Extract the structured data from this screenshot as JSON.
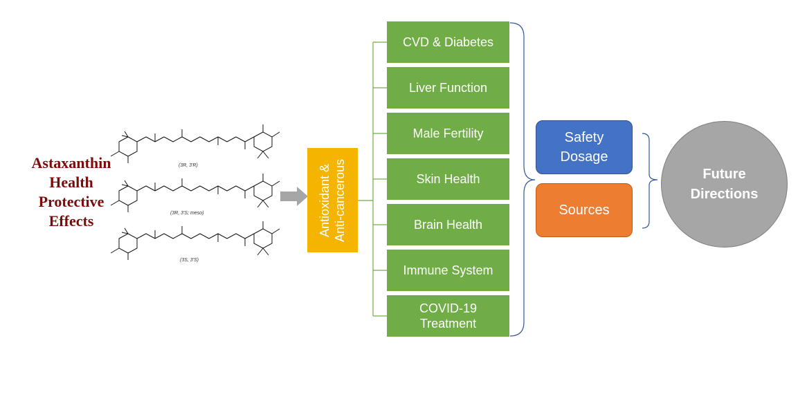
{
  "title": {
    "line1": "Astaxanthin",
    "line2": "Health",
    "line3": "Protective",
    "line4": "Effects"
  },
  "molecules": [
    {
      "label": "(3R, 3'R)"
    },
    {
      "label": "(3R, 3'S; meso)"
    },
    {
      "label": "(3S, 3'S)"
    }
  ],
  "antioxidant": {
    "line1": "Antioxidant &",
    "line2": "Anti-cancerous"
  },
  "effects": [
    "CVD & Diabetes",
    "Liver Function",
    "Male Fertility",
    "Skin Health",
    "Brain Health",
    "Immune System",
    "COVID-19 Treatment"
  ],
  "safety": {
    "line1": "Safety",
    "line2": "Dosage"
  },
  "sources": "Sources",
  "future": {
    "line1": "Future",
    "line2": "Directions"
  },
  "colors": {
    "title": "#7b0a0a",
    "antioxidant": "#f4b400",
    "effect_box": "#70ad47",
    "safety": "#4472c4",
    "sources": "#ed7d31",
    "future": "#a6a6a6",
    "bracket": "#2f5597"
  }
}
